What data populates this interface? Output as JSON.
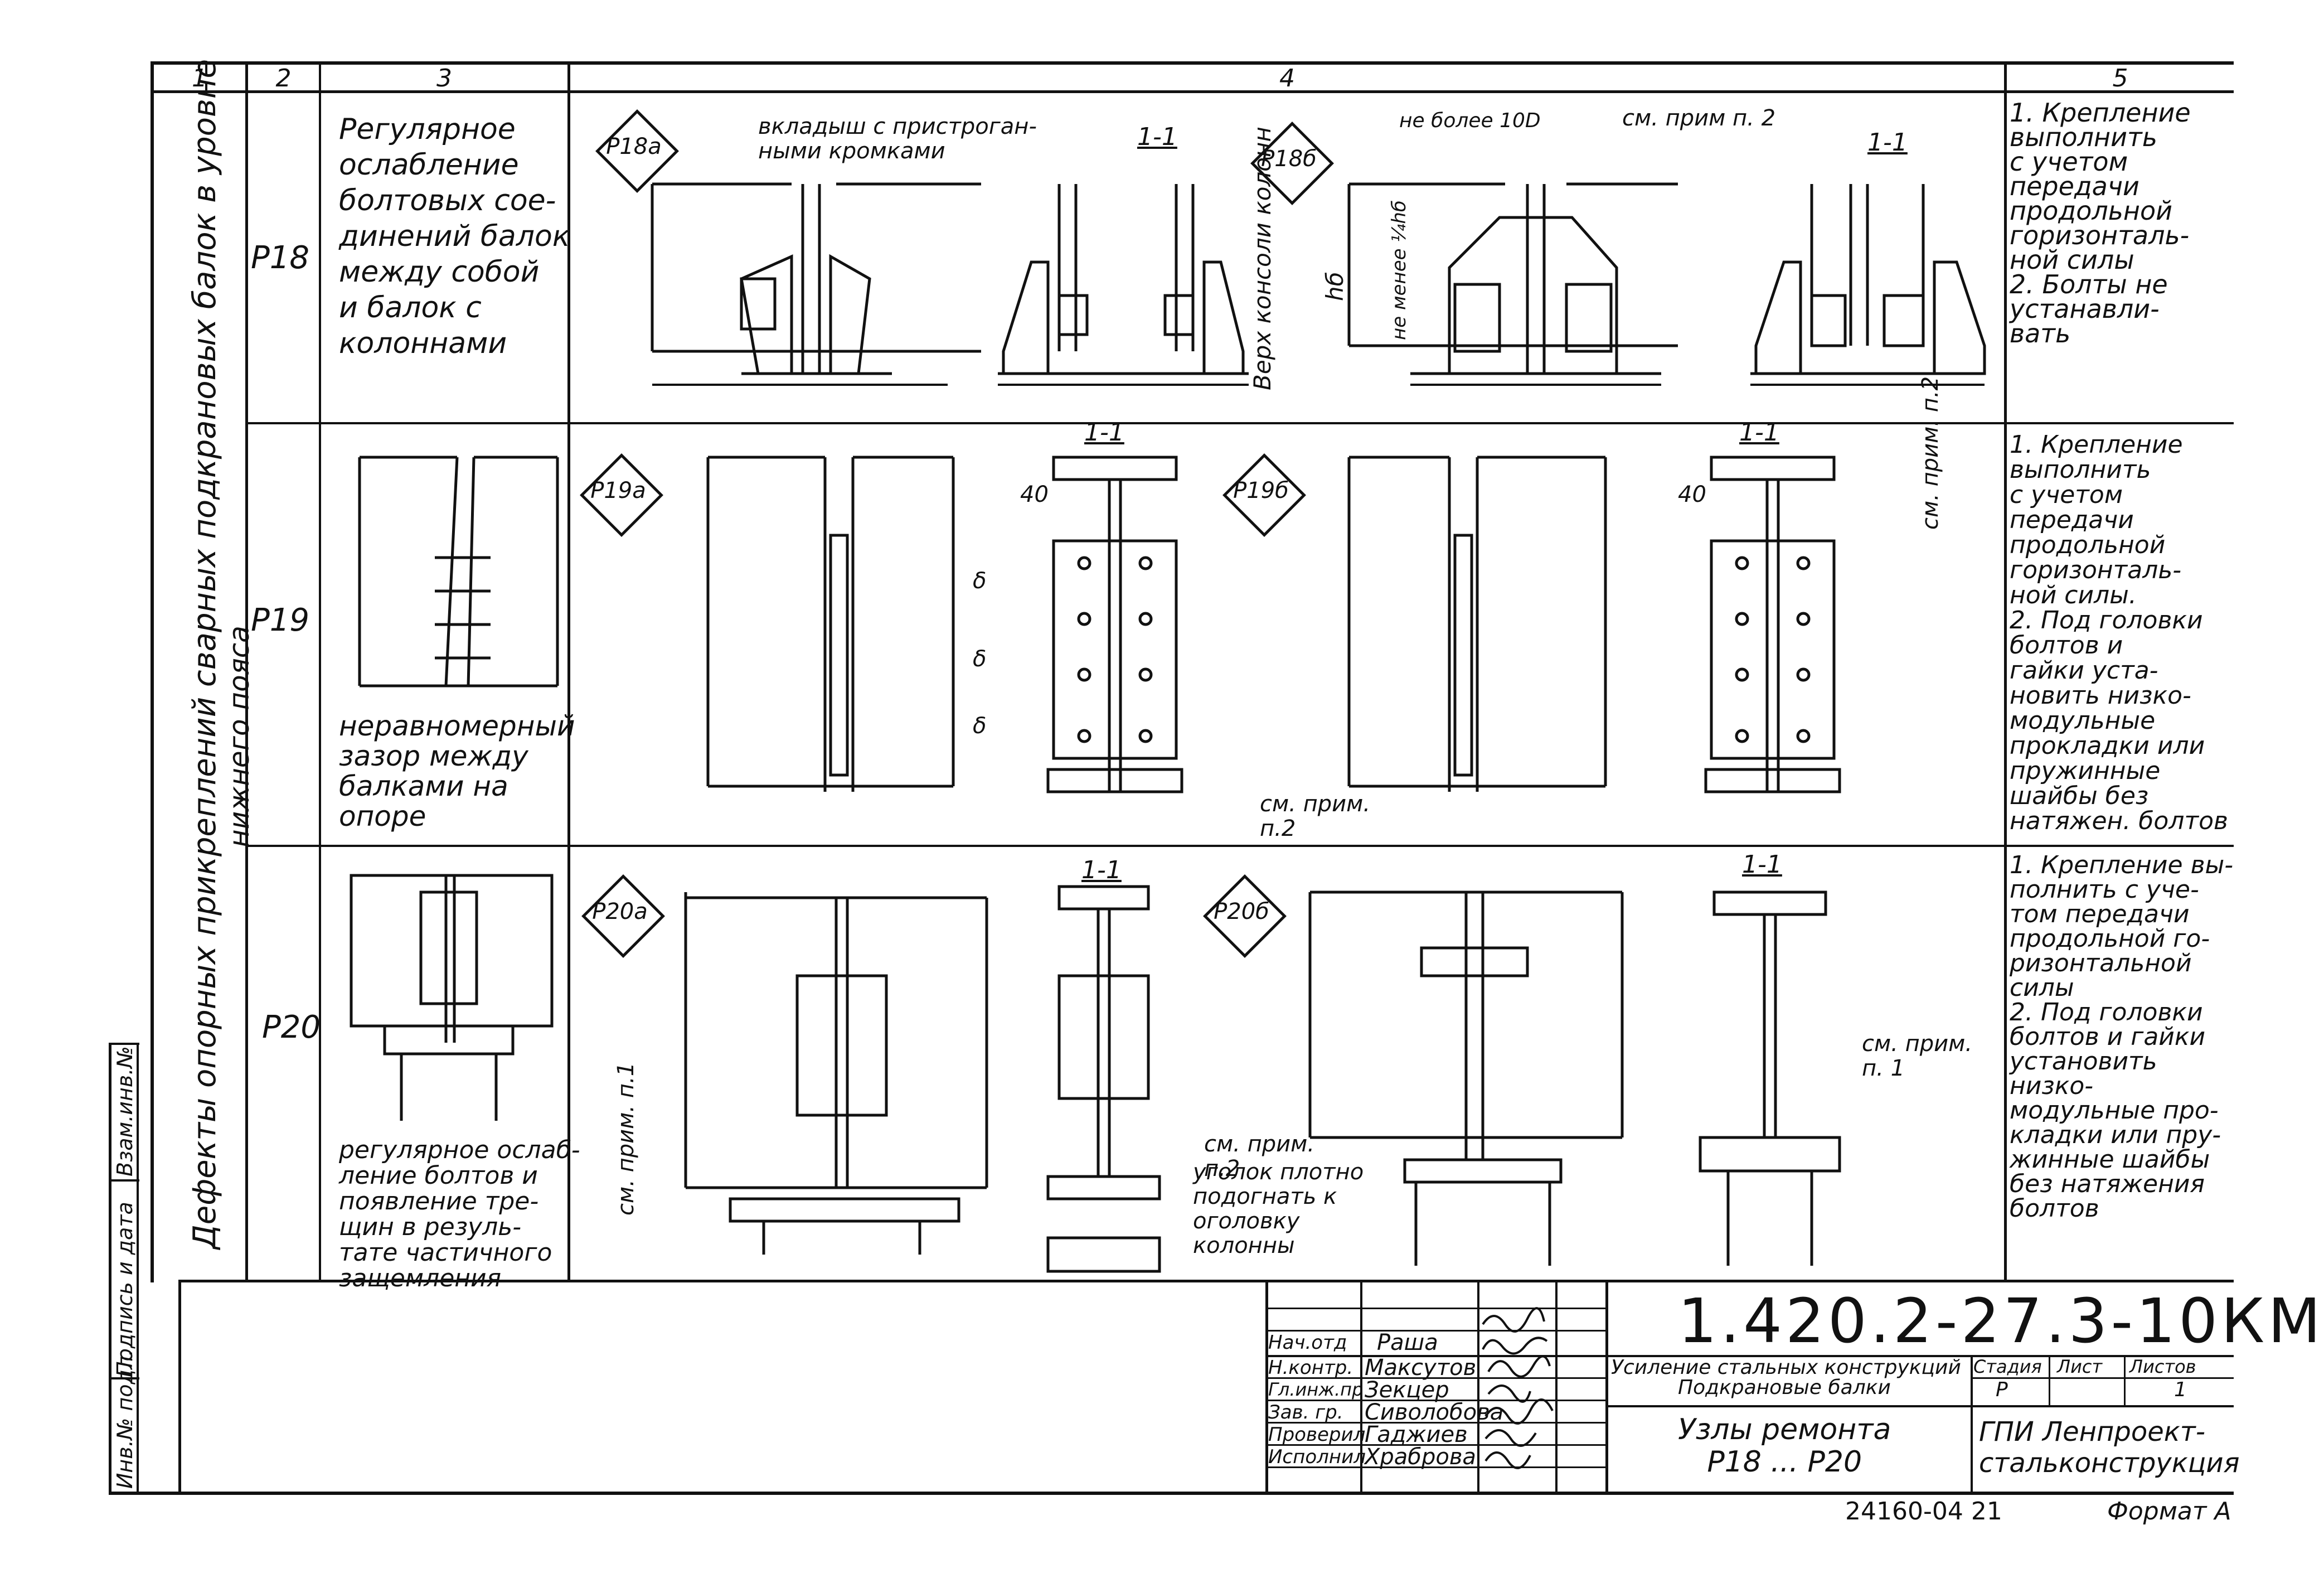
{
  "left_strip": {
    "inv_podl": "Инв.№ подл.",
    "podpis_data": "Подпись и дата",
    "vzam_inv": "Взам.инв.№"
  },
  "vertical_title": {
    "line1": "Дефекты опорных прикреплений сварных подкрановых балок в уровне",
    "line2": "нижнего пояса"
  },
  "headers": [
    "1",
    "2",
    "3",
    "4",
    "5"
  ],
  "rows": [
    {
      "code": "P18",
      "description": "Регулярное\nослабление\nболтовых сое-\nдинений балок\nмежду собой\nи балок с\nколоннами",
      "variant_a": "P18а",
      "variant_b": "P18б",
      "labels": {
        "insert": "вкладыш с пристроган-\nными кромками",
        "section_a": "1-1",
        "section_b": "1-1",
        "cut_a": "1",
        "max_len": "не более 10D",
        "see_note": "см. прим п. 2",
        "min_len": "не менее ¼hб",
        "hb": "hб",
        "console": "Верх консоли\nколонн"
      },
      "notes": "1. Крепление\nвыполнить\nс учетом\nпередачи\nпродольной\nгоризонталь-\nной силы\n2. Болты не\nустанавли-\nвать"
    },
    {
      "code": "P19",
      "description_bottom": "неравномерный\nзазор между\nбалками на\nопоре",
      "variant_a": "P19а",
      "variant_b": "P19б",
      "labels": {
        "section_a": "1-1",
        "section_b": "1-1",
        "dim40": "40",
        "delta": "δ",
        "see_note": "см. прим.\nп.2",
        "see_note_v": "см. прим.\nп.2"
      },
      "notes": "1. Крепление\nвыполнить\nс учетом\nпередачи\nпродольной\nгоризонталь-\nной силы.\n2. Под головки\nболтов и\nгайки уста-\nновить низко-\nмодульные\nпрокладки или\nпружинные\nшайбы без\nнатяжен. болтов"
    },
    {
      "code": "P20",
      "description_bottom": "регулярное ослаб-\nление болтов и\nпоявление тре-\nщин в резуль-\nтате частичного\nзащемления",
      "variant_a": "P20а",
      "variant_b": "P20б",
      "labels": {
        "section_a": "1-1",
        "section_b": "1-1",
        "see_note_a": "см. прим.\nп.1",
        "see_note_2": "см. прим.\nп.2",
        "see_note_1": "см. прим.\nп. 1",
        "angle": "уголок плотно\nподогнать к\nоголовку\nколонны"
      },
      "notes": "1. Крепление вы-\nполнить с уче-\nтом передачи\nпродольной го-\nризонтальной\nсилы\n2. Под головки\nболтов и гайки\nустановить низко-\nмодульные про-\nкладки или пру-\nжинные шайбы\nбез натяжения\nболтов"
    }
  ],
  "title_block": {
    "doc_code": "1.420.2-27.3-10КМ",
    "project": "Усиление стальных конструкций",
    "subproject": "Подкрановые балки",
    "sheet_title": "Узлы ремонта\nP18 ... P20",
    "stage_label": "Стадия",
    "sheet_label": "Лист",
    "sheets_label": "Листов",
    "stage": "Р",
    "sheets": "1",
    "org": "ГПИ Ленпроект-\nстальконструкция",
    "roles": [
      {
        "role": "Нач.отд",
        "name": "Раша"
      },
      {
        "role": "Н.контр.",
        "name": "Максутов"
      },
      {
        "role": "Гл.инж.пр",
        "name": "Зекцер"
      },
      {
        "role": "Зав. гр.",
        "name": "Сиволобова"
      },
      {
        "role": "Проверил",
        "name": "Гаджиев"
      },
      {
        "role": "Исполнил",
        "name": "Храброва"
      }
    ],
    "archive": "24160-04 21",
    "format": "Формат А"
  }
}
